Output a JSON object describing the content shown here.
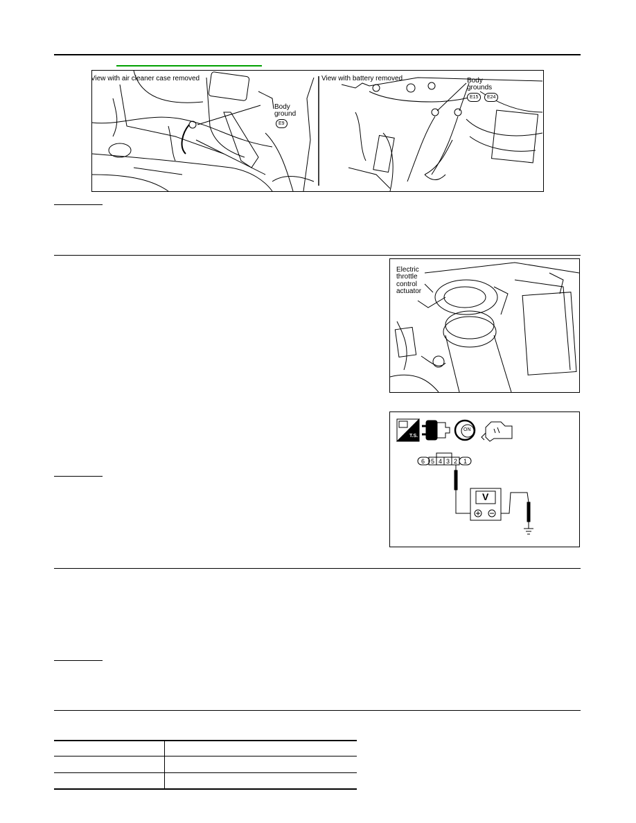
{
  "fig1": {
    "left_caption": "View with air cleaner case removed",
    "left_callout": [
      "Body",
      "ground"
    ],
    "left_tag": "E9",
    "right_caption": "View with battery removed",
    "right_callout": [
      "Body",
      "grounds"
    ],
    "right_tags": [
      "E15",
      "E24"
    ]
  },
  "fig2": {
    "callout": [
      "Electric",
      "throttle",
      "control",
      "actuator"
    ]
  },
  "fig3": {
    "icon_ts": "T.S.",
    "icon_on": "ON",
    "terminals": [
      "6",
      "5",
      "4",
      "3",
      "2",
      "1"
    ],
    "meter": "V"
  },
  "colors": {
    "link": "#00a000"
  }
}
